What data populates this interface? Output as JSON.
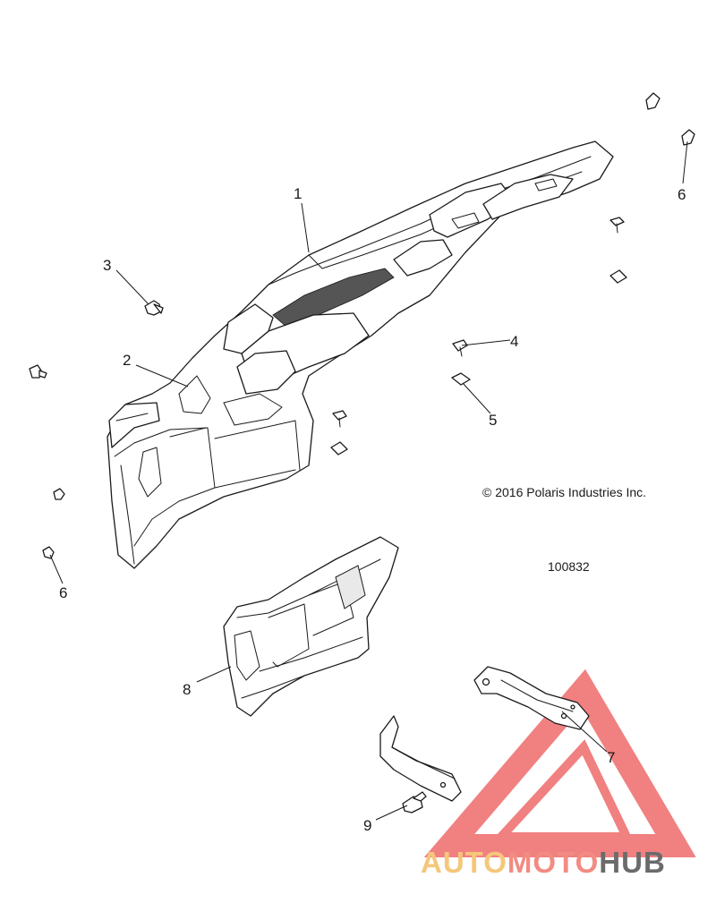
{
  "callouts": {
    "c1": "1",
    "c2": "2",
    "c3": "3",
    "c4": "4",
    "c5": "5",
    "c6a": "6",
    "c6b": "6",
    "c7": "7",
    "c8": "8",
    "c9": "9"
  },
  "info": {
    "copyright": "© 2016 Polaris Industries Inc.",
    "figure_number": "100832"
  },
  "watermark": {
    "part1": "AUTO",
    "part2": "MOTO",
    "part3": "HUB",
    "color_part1": "#f5c77a",
    "color_part2": "#f28b82",
    "color_part3": "#6b6b6b",
    "triangle_color": "#ef6b6b"
  }
}
